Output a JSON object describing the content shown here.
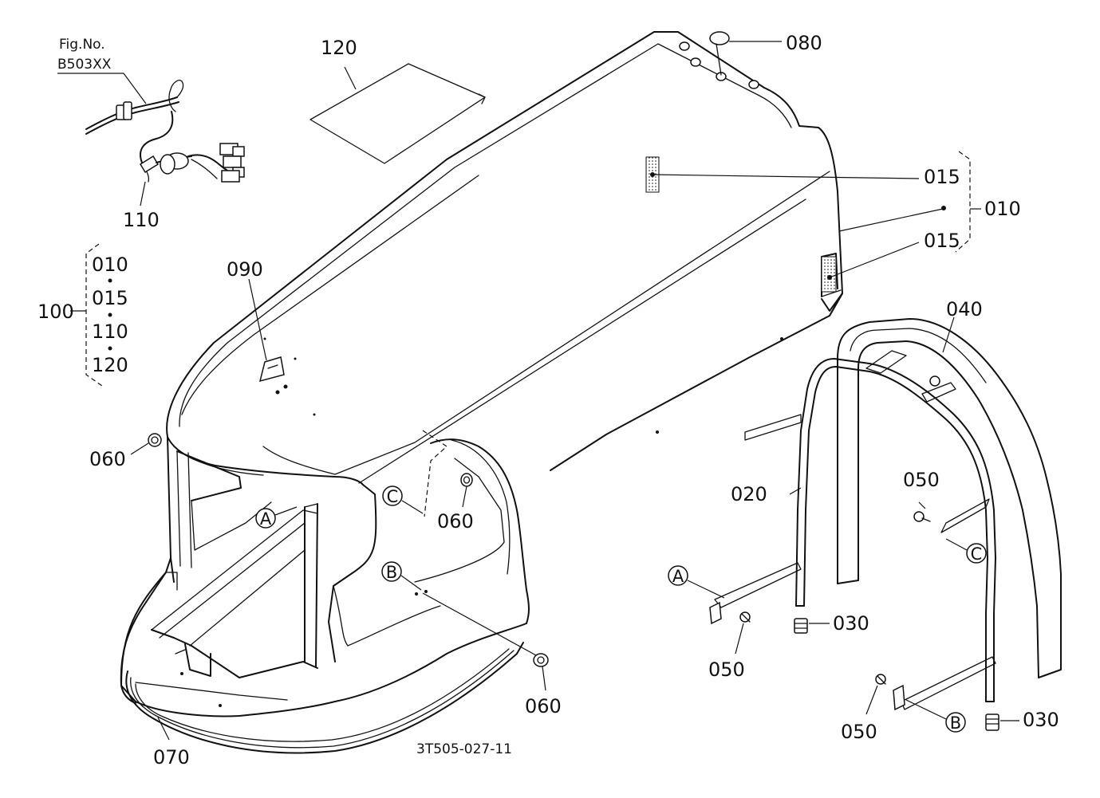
{
  "figure": {
    "fig_no_label": "Fig.No.",
    "fig_no_value": "B503XX",
    "drawing_code": "3T505-027-11"
  },
  "callouts": {
    "p120": "120",
    "p080": "080",
    "p110": "110",
    "p015_top": "015",
    "p015_bottom": "015",
    "p010": "010",
    "p090": "090",
    "p060_left": "060",
    "p060_mid": "060",
    "p060_bottom": "060",
    "p040": "040",
    "p020": "020",
    "p050_upper": "050",
    "p050_mid": "050",
    "p050_lower": "050",
    "p030_mid": "030",
    "p030_lower": "030",
    "p070": "070"
  },
  "kit": {
    "label": "100",
    "items": [
      "010",
      "015",
      "110",
      "120"
    ]
  },
  "refs": {
    "a": "A",
    "b": "B",
    "c": "C"
  }
}
